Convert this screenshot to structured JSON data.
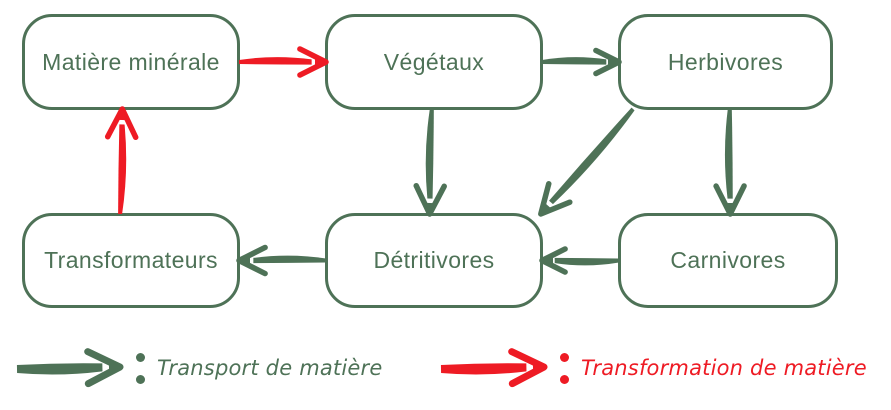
{
  "colors": {
    "green": "#4e7257",
    "red": "#ee1b24"
  },
  "nodes": [
    {
      "id": "matiere-minerale",
      "label": "Matière minérale"
    },
    {
      "id": "vegetaux",
      "label": "Végétaux"
    },
    {
      "id": "herbivores",
      "label": "Herbivores"
    },
    {
      "id": "transformateurs",
      "label": "Transformateurs"
    },
    {
      "id": "detritivores",
      "label": "Détritivores"
    },
    {
      "id": "carnivores",
      "label": "Carnivores"
    }
  ],
  "edges": [
    {
      "from": "matiere-minerale",
      "fromSide": "right",
      "fromAlign": 0.5,
      "to": "vegetaux",
      "toSide": "left",
      "toAlign": 0.5,
      "type": "transformation"
    },
    {
      "from": "transformateurs",
      "fromSide": "top",
      "fromAlign": 0.45,
      "to": "matiere-minerale",
      "toSide": "bottom",
      "toAlign": 0.46,
      "type": "transformation"
    },
    {
      "from": "vegetaux",
      "fromSide": "right",
      "fromAlign": 0.5,
      "to": "herbivores",
      "toSide": "left",
      "toAlign": 0.5,
      "type": "transport"
    },
    {
      "from": "vegetaux",
      "fromSide": "bottom",
      "fromAlign": 0.49,
      "to": "detritivores",
      "toSide": "top",
      "toAlign": 0.48,
      "type": "transport"
    },
    {
      "from": "herbivores",
      "fromSide": "bottom",
      "fromAlign": 0.07,
      "to": "detritivores",
      "toSide": "top",
      "toAlign": 0.99,
      "type": "transport"
    },
    {
      "from": "herbivores",
      "fromSide": "bottom",
      "fromAlign": 0.52,
      "to": "carnivores",
      "toSide": "top",
      "toAlign": 0.51,
      "type": "transport"
    },
    {
      "from": "carnivores",
      "fromSide": "left",
      "fromAlign": 0.5,
      "to": "detritivores",
      "toSide": "right",
      "toAlign": 0.5,
      "type": "transport"
    },
    {
      "from": "detritivores",
      "fromSide": "left",
      "fromAlign": 0.5,
      "to": "transformateurs",
      "toSide": "right",
      "toAlign": 0.5,
      "type": "transport"
    }
  ],
  "legend": [
    {
      "type": "transport",
      "label": "Transport de matière",
      "color": "green"
    },
    {
      "type": "transformation",
      "label": "Transformation de matière",
      "color": "red"
    }
  ]
}
